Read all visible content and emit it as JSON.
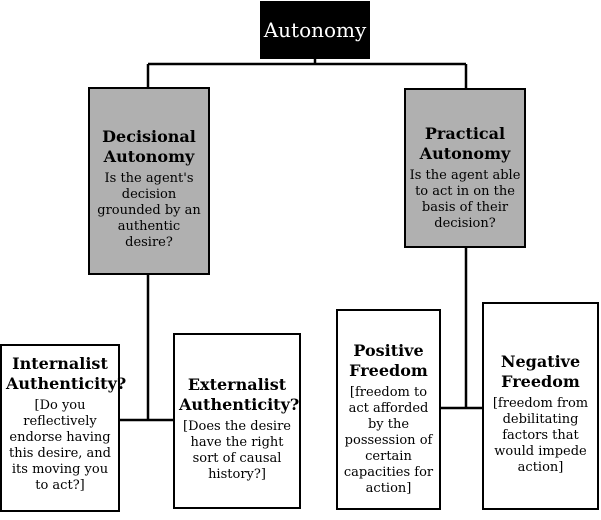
{
  "root": {
    "label": "Autonomy"
  },
  "decisional": {
    "title": "Decisional Autonomy",
    "question": "Is the agent's decision grounded by an authentic desire?"
  },
  "practical": {
    "title": "Practical Autonomy",
    "question": "Is the agent able to act in on the basis of their decision?"
  },
  "internalist": {
    "title": "Internalist Authenticity?",
    "description": "[Do you reflectively endorse having this desire, and its moving you to act?]"
  },
  "externalist": {
    "title": "Externalist Authenticity?",
    "description": "[Does the desire have the right sort of causal history?]"
  },
  "positive": {
    "title": "Positive Freedom",
    "description": "[freedom to act afforded by the possession of certain capacities for action]"
  },
  "negative": {
    "title": "Negative Freedom",
    "description": "[freedom from debilitating factors that would impede action]"
  }
}
